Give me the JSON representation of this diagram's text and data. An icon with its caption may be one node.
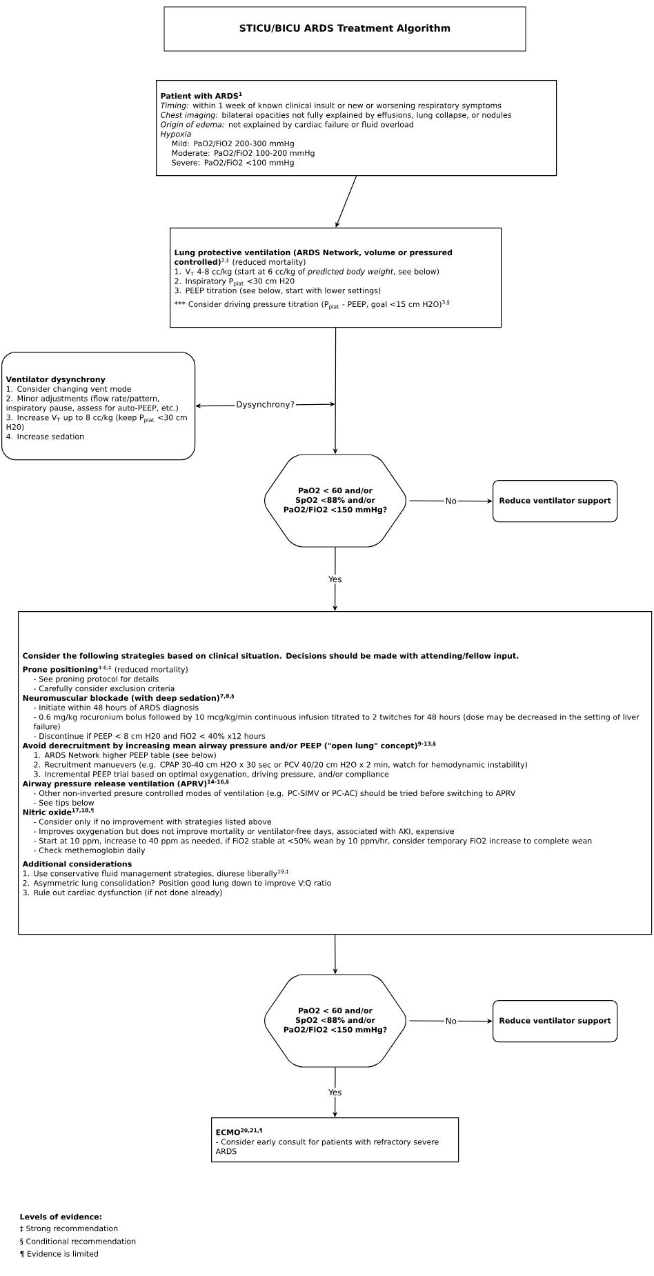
{
  "diagram": {
    "title": "STICU/BICU ARDS Treatment Algorithm",
    "nodes": [
      {
        "text": [
          "Patient with ARDS$^{1}$",
          "*Timing:* within 1 week of known clinical insult or new or worsening respiratory symptoms",
          "*Chest imaging:* bilateral opacities not fully explained by effusions, lung collapse, or nodules",
          "*Origin of edema:* not explained by cardiac failure or fluid overload",
          "Hypoxia",
          "Mild: PaO2/FiO2 200-300 mmHg",
          "Moderate: PaO2/FiO2 100-200 mmHg",
          "Severe: PaO2/FiO2 <100 mmHg"
        ]
      },
      {
        "text": [
          "**Lung protective ventilation (ARDS Network, volume or pressured controlled)**$^{2,‡}$ (reduced mortality)",
          "1. V$_{T}$ 4-8 cc/kg (start at 6 cc/kg of *predicted body weight*, see below)",
          "2. Inspiratory P$_{plat}$ <30 cm H20",
          "3. PEEP titration (see below, start with lower settings)",
          "*** Consider driving pressure titration (P$_{plat}$ - PEEP, goal <15 cm H2O)$^{3,§}$"
        ]
      },
      {
        "text": [
          "Ventilator dysynchrony",
          "1. Consider changing vent mode",
          "2. Minor adjustments (flow rate/pattern, inspiratory pause, assess for auto-PEEP, etc.)",
          "3. Increase V$_{T}$ up to 8 cc/kg (keep P$_{plat}$ <30 cm H20)",
          "4. Increase sedation"
        ]
      },
      {
        "text": [
          "PaO2 < 60 and/or SpO2 <88% and/or PaO2/FiO2 <150 mmHg?"
        ]
      },
      {
        "text": [
          "Reduce ventilator support"
        ]
      },
      {
        "text": [
          "Consider the following strategies based on clinical situation. Decisions should be made with attending/fellow input.",
          "**Prone positioning**$^{4-6,‡}$ (reduced mortality)",
          "- See proning protocol for details",
          "- Carefully consider exclusion criteria",
          "Neuromuscular blockade (with deep sedation)$^{7,8,§}$",
          "- Initiate within 48 hours of ARDS diagnosis",
          "- 0.6 mg/kg rocuronium bolus followed by 10 mcg/kg/min continuous infusion titrated to 2 twitches for 48 hours (dose may be decreased in the setting of liver failure)",
          "- Discontinue if PEEP < 8 cm H20 and FiO2 < 40% x12 hours",
          "Avoid derecruitment by increasing mean airway pressure and/or PEEP (\"open lung\" concept)$^{9-13,§}$",
          "1. ARDS Network higher PEEP table (see below)",
          "2. Recruitment manuevers (e.g. CPAP 30-40 cm H2O x 30 sec or PCV 40/20 cm H2O x 2 min, watch for hemodynamic instability)",
          "3. Incremental PEEP trial based on optimal oxygenation, driving pressure, and/or compliance",
          "Airway pressure release ventilation (APRV)$^{14-16,§}$",
          "- Other non-inverted presure controlled modes of ventilation (e.g. PC-SIMV or PC-AC) should be tried before switching to APRV",
          "- See tips below",
          "Nitric oxide$^{17,18,¶}$",
          "- Consider only if no improvement with strategies listed above",
          "- Improves oxygenation but does not improve mortality or ventilator-free days, associated with AKI, expensive",
          "- Start at 10 ppm, increase to 40 ppm as needed, if FiO2 stable at <50% wean by 10 ppm/hr, consider temporary FiO2 increase to complete wean",
          "- Check methemoglobin daily",
          "Additional considerations",
          "1. Use conservative fluid management strategies, diurese liberally$^{19,‡}$",
          "2. Asymmetric lung consolidation? Position good lung down to improve V:Q ratio",
          "3. Rule out cardiac dysfunction (if not done already)"
        ]
      },
      {
        "text": [
          "PaO2 < 60 and/or SpO2 <88% and/or PaO2/FiO2 <150 mmHg?"
        ]
      },
      {
        "text": [
          "Reduce ventilator support"
        ]
      },
      {
        "text": [
          "ECMO$^{20,21,¶}$",
          "- Consider early consult for patients with refractory severe ARDS"
        ]
      }
    ],
    "edges": [
      {
        "from": 0,
        "to": 1,
        "arrow": "to"
      },
      {
        "from": 1,
        "to": 3,
        "arrow": "to"
      },
      {
        "from": null,
        "to": 2,
        "arrow": "both",
        "label": "Dysynchrony?"
      },
      {
        "from": 3,
        "to": 4,
        "arrow": "to",
        "label": "No"
      },
      {
        "from": 3,
        "to": 5,
        "arrow": "to",
        "label": "Yes"
      },
      {
        "from": 5,
        "to": 6,
        "arrow": "to"
      },
      {
        "from": 6,
        "to": 7,
        "arrow": "to",
        "label": "No"
      },
      {
        "from": 6,
        "to": 8,
        "arrow": "to",
        "label": "Yes"
      }
    ],
    "labels": [
      "Levels of evidence:",
      "‡ Strong recommendation",
      "§ Conditional recommendation",
      "¶ Evidence is limited"
    ]
  }
}
